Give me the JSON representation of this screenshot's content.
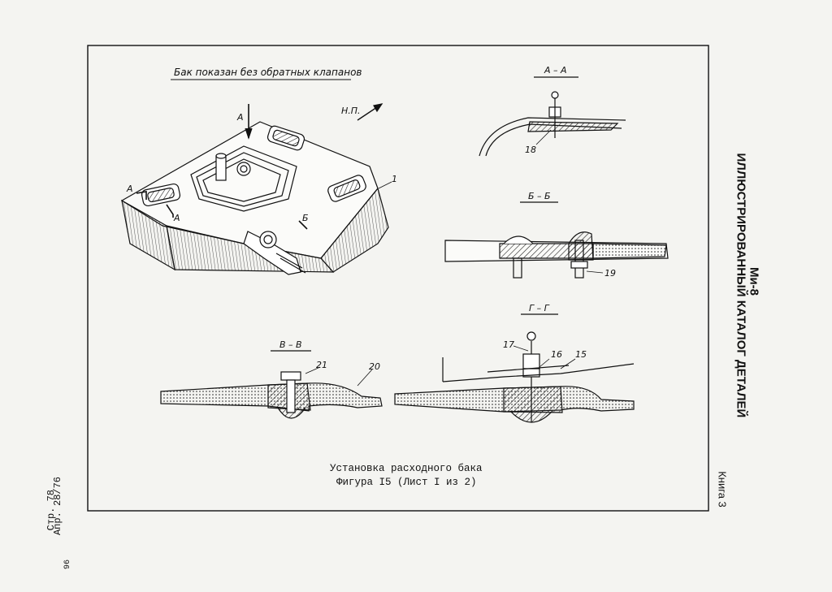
{
  "note": "Бак показан без обратных клапанов",
  "sections": {
    "aa": "А – А",
    "bb": "Б – Б",
    "vv": "В – В",
    "gg": "Г – Г"
  },
  "callouts": {
    "view_a": "А",
    "flight_dir": "Н.П.",
    "marker_a_left": "А",
    "marker_a_low": "А",
    "marker_b": "Б",
    "item1": "1",
    "item18": "18",
    "item19": "19",
    "item21": "21",
    "item20": "20",
    "item17": "17",
    "item16": "16",
    "item15": "15"
  },
  "caption": {
    "line1": "Установка расходного бака",
    "line2": "Фигура I5 (Лист I из 2)"
  },
  "header": {
    "model": "Ми-8",
    "catalog": "ИЛЛЮСТРИРОВАННЫЙ КАТАЛОГ ДЕТАЛЕЙ",
    "book": "Книга 3"
  },
  "footer": {
    "page": "Стр. 78",
    "revision": "Апр. 28/76",
    "sheet_no": "96"
  }
}
